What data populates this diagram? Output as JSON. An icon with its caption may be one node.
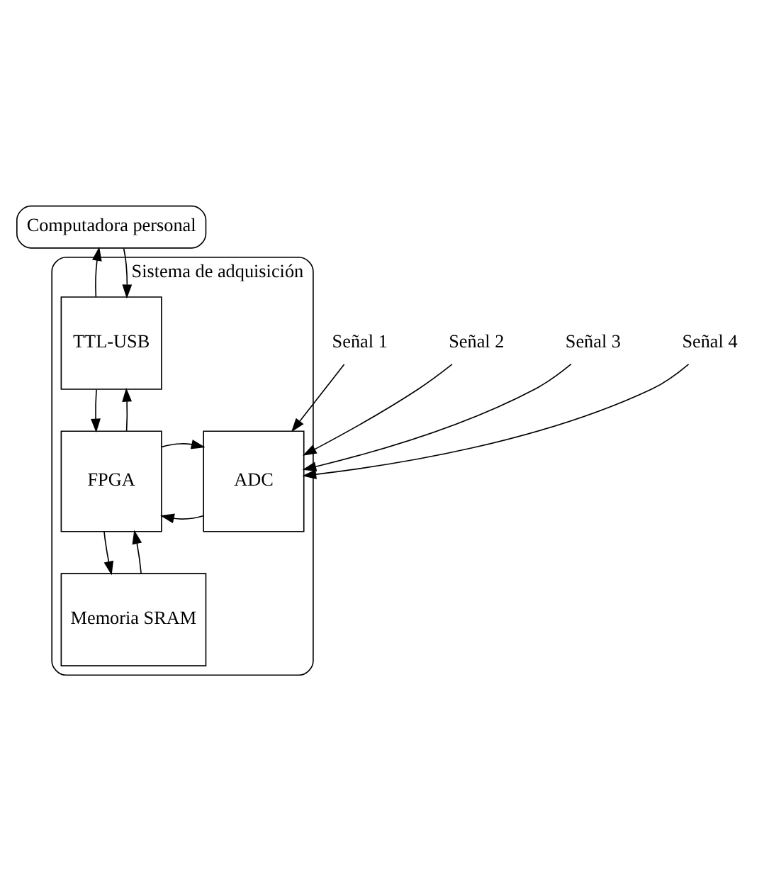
{
  "diagram": {
    "nodes": [
      {
        "text": [
          "Computadora personal"
        ]
      },
      {
        "text": [
          "Sistema de adquisición"
        ]
      },
      {
        "text": [
          "TTL-USB"
        ],
        "in": 1
      },
      {
        "text": [
          "FPGA"
        ],
        "in": 1
      },
      {
        "text": [
          "ADC"
        ],
        "in": 1
      },
      {
        "text": [
          "Memoria SRAM"
        ],
        "in": 1
      },
      {
        "text": [
          "Señal 1"
        ]
      },
      {
        "text": [
          "Señal 2"
        ]
      },
      {
        "text": [
          "Señal 3"
        ]
      },
      {
        "text": [
          "Señal 4"
        ]
      }
    ],
    "edges": [
      {
        "from": 0,
        "to": 2,
        "arrow": "to"
      },
      {
        "from": 2,
        "to": 0,
        "arrow": "to"
      },
      {
        "from": 2,
        "to": 3,
        "arrow": "to"
      },
      {
        "from": 3,
        "to": 2,
        "arrow": "to"
      },
      {
        "from": 4,
        "to": 3,
        "arrow": "to"
      },
      {
        "from": 3,
        "to": 4,
        "arrow": "to"
      },
      {
        "from": 3,
        "to": 5,
        "arrow": "to"
      },
      {
        "from": 5,
        "to": 3,
        "arrow": "to"
      },
      {
        "from": 6,
        "to": 4,
        "arrow": "to"
      },
      {
        "from": 7,
        "to": 4,
        "arrow": "to"
      },
      {
        "from": 8,
        "to": 4,
        "arrow": "to"
      },
      {
        "from": 9,
        "to": 4,
        "arrow": "to"
      }
    ]
  }
}
